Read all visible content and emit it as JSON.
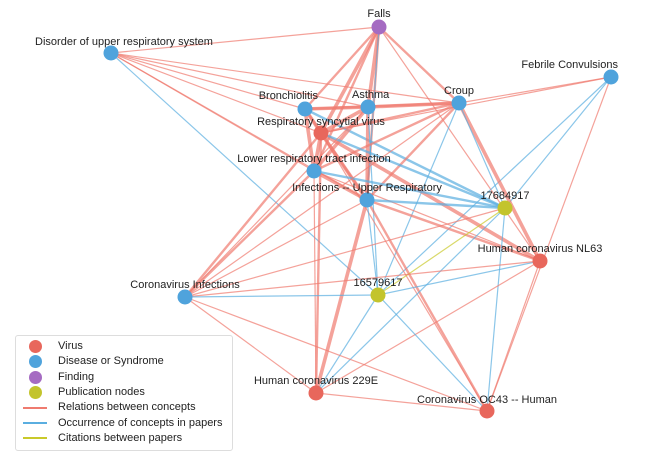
{
  "colors": {
    "virus": "#e8675c",
    "disease": "#4fa3dc",
    "finding": "#a56bc2",
    "publication": "#c3c42c",
    "relation": "#ef7b6f",
    "occurrence": "#5aaee0",
    "citation": "#c9c92a"
  },
  "nodes": [
    {
      "id": "falls",
      "label": "Falls",
      "type": "finding"
    },
    {
      "id": "disorder",
      "label": "Disorder of upper respiratory system",
      "type": "disease"
    },
    {
      "id": "febrile",
      "label": "Febrile Convulsions",
      "type": "disease"
    },
    {
      "id": "bronch",
      "label": "Bronchiolitis",
      "type": "disease"
    },
    {
      "id": "asthma",
      "label": "Asthma",
      "type": "disease"
    },
    {
      "id": "croup",
      "label": "Croup",
      "type": "disease"
    },
    {
      "id": "rsv",
      "label": "Respiratory syncytial virus",
      "type": "virus"
    },
    {
      "id": "lrti",
      "label": "Lower respiratory tract infection",
      "type": "disease"
    },
    {
      "id": "iur",
      "label": "Infections -- Upper Respiratory",
      "type": "disease"
    },
    {
      "id": "p176",
      "label": "17684917",
      "type": "publication"
    },
    {
      "id": "nl63",
      "label": "Human coronavirus NL63",
      "type": "virus"
    },
    {
      "id": "p165",
      "label": "16579617",
      "type": "publication"
    },
    {
      "id": "ci",
      "label": "Coronavirus Infections",
      "type": "disease"
    },
    {
      "id": "e229",
      "label": "Human coronavirus 229E",
      "type": "virus"
    },
    {
      "id": "oc43",
      "label": "Coronavirus OC43 -- Human",
      "type": "virus"
    }
  ],
  "edges": [
    [
      "falls",
      "disorder",
      "relation",
      1
    ],
    [
      "falls",
      "bronch",
      "relation",
      2
    ],
    [
      "falls",
      "asthma",
      "relation",
      3
    ],
    [
      "falls",
      "croup",
      "relation",
      2
    ],
    [
      "falls",
      "rsv",
      "relation",
      3
    ],
    [
      "falls",
      "lrti",
      "relation",
      2
    ],
    [
      "falls",
      "iur",
      "relation",
      2
    ],
    [
      "falls",
      "iur",
      "occurrence",
      1
    ],
    [
      "falls",
      "nl63",
      "relation",
      1
    ],
    [
      "disorder",
      "croup",
      "relation",
      1
    ],
    [
      "disorder",
      "asthma",
      "relation",
      1
    ],
    [
      "disorder",
      "rsv",
      "relation",
      1
    ],
    [
      "disorder",
      "lrti",
      "relation",
      1
    ],
    [
      "disorder",
      "iur",
      "relation",
      1
    ],
    [
      "disorder",
      "p165",
      "occurrence",
      1
    ],
    [
      "disorder",
      "bronch",
      "relation",
      1
    ],
    [
      "febrile",
      "croup",
      "relation",
      1
    ],
    [
      "febrile",
      "rsv",
      "relation",
      1
    ],
    [
      "febrile",
      "p176",
      "occurrence",
      1
    ],
    [
      "febrile",
      "p165",
      "occurrence",
      1
    ],
    [
      "febrile",
      "oc43",
      "relation",
      1
    ],
    [
      "bronch",
      "asthma",
      "relation",
      3
    ],
    [
      "bronch",
      "croup",
      "relation",
      2
    ],
    [
      "bronch",
      "rsv",
      "relation",
      3
    ],
    [
      "bronch",
      "lrti",
      "relation",
      3
    ],
    [
      "bronch",
      "iur",
      "relation",
      2
    ],
    [
      "bronch",
      "p176",
      "occurrence",
      2
    ],
    [
      "asthma",
      "croup",
      "relation",
      3
    ],
    [
      "asthma",
      "rsv",
      "relation",
      3
    ],
    [
      "asthma",
      "lrti",
      "relation",
      3
    ],
    [
      "asthma",
      "iur",
      "relation",
      3
    ],
    [
      "asthma",
      "p165",
      "occurrence",
      1
    ],
    [
      "croup",
      "rsv",
      "relation",
      2
    ],
    [
      "croup",
      "lrti",
      "relation",
      2
    ],
    [
      "croup",
      "iur",
      "relation",
      2
    ],
    [
      "croup",
      "nl63",
      "relation",
      3
    ],
    [
      "croup",
      "p176",
      "occurrence",
      1
    ],
    [
      "croup",
      "p165",
      "occurrence",
      1
    ],
    [
      "rsv",
      "lrti",
      "relation",
      3
    ],
    [
      "rsv",
      "iur",
      "relation",
      3
    ],
    [
      "rsv",
      "nl63",
      "relation",
      3
    ],
    [
      "rsv",
      "e229",
      "relation",
      2
    ],
    [
      "rsv",
      "oc43",
      "relation",
      1
    ],
    [
      "rsv",
      "ci",
      "relation",
      2
    ],
    [
      "rsv",
      "p176",
      "occurrence",
      2
    ],
    [
      "lrti",
      "iur",
      "relation",
      3
    ],
    [
      "lrti",
      "p176",
      "occurrence",
      2
    ],
    [
      "lrti",
      "ci",
      "relation",
      2
    ],
    [
      "lrti",
      "e229",
      "relation",
      1
    ],
    [
      "lrti",
      "nl63",
      "relation",
      1
    ],
    [
      "iur",
      "p176",
      "occurrence",
      2
    ],
    [
      "iur",
      "nl63",
      "relation",
      2
    ],
    [
      "iur",
      "e229",
      "relation",
      3
    ],
    [
      "iur",
      "oc43",
      "relation",
      2
    ],
    [
      "iur",
      "p165",
      "occurrence",
      1
    ],
    [
      "iur",
      "ci",
      "relation",
      1
    ],
    [
      "p176",
      "p165",
      "citation",
      1
    ],
    [
      "p176",
      "oc43",
      "occurrence",
      1
    ],
    [
      "p176",
      "e229",
      "occurrence",
      1
    ],
    [
      "p176",
      "ci",
      "relation",
      1
    ],
    [
      "nl63",
      "p165",
      "occurrence",
      1
    ],
    [
      "nl63",
      "e229",
      "relation",
      1
    ],
    [
      "nl63",
      "oc43",
      "relation",
      1
    ],
    [
      "nl63",
      "ci",
      "relation",
      1
    ],
    [
      "p165",
      "ci",
      "occurrence",
      1
    ],
    [
      "p165",
      "e229",
      "occurrence",
      1
    ],
    [
      "p165",
      "oc43",
      "occurrence",
      1
    ],
    [
      "ci",
      "e229",
      "relation",
      1
    ],
    [
      "ci",
      "oc43",
      "relation",
      1
    ],
    [
      "ci",
      "asthma",
      "relation",
      1
    ],
    [
      "ci",
      "croup",
      "relation",
      1
    ],
    [
      "e229",
      "oc43",
      "relation",
      1
    ]
  ],
  "legend": [
    {
      "label": "Virus",
      "kind": "dot",
      "type": "virus"
    },
    {
      "label": "Disease or Syndrome",
      "kind": "dot",
      "type": "disease"
    },
    {
      "label": "Finding",
      "kind": "dot",
      "type": "finding"
    },
    {
      "label": "Publication nodes",
      "kind": "dot",
      "type": "publication"
    },
    {
      "label": "Relations between concepts",
      "kind": "line",
      "type": "relation"
    },
    {
      "label": "Occurrence of concepts in papers",
      "kind": "line",
      "type": "occurrence"
    },
    {
      "label": "Citations between papers",
      "kind": "line",
      "type": "citation"
    }
  ]
}
